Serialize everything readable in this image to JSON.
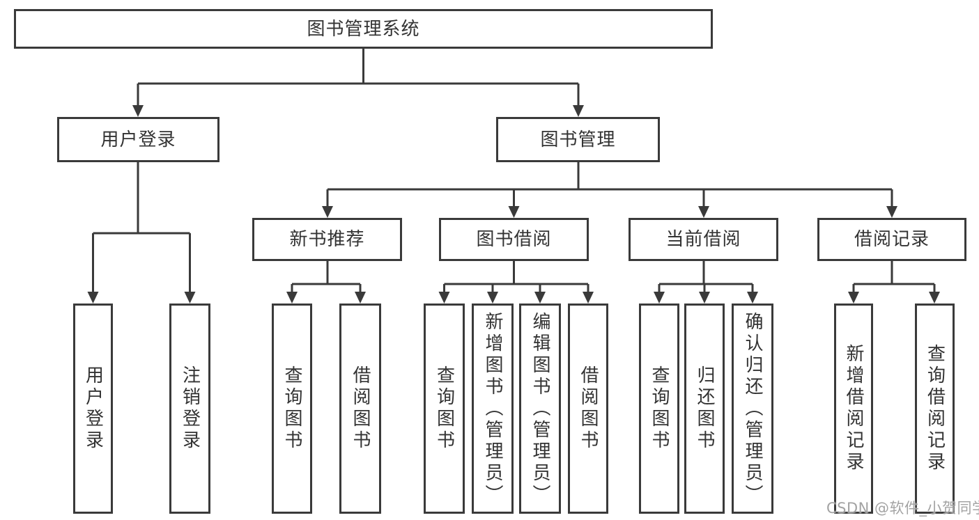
{
  "diagram": {
    "root": {
      "label": "图书管理系统"
    },
    "level2": [
      {
        "label": "用户登录"
      },
      {
        "label": "图书管理"
      }
    ],
    "level3": [
      {
        "label": "新书推荐"
      },
      {
        "label": "图书借阅"
      },
      {
        "label": "当前借阅"
      },
      {
        "label": "借阅记录"
      }
    ],
    "leaves": {
      "user_login": [
        "用户登录",
        "注销登录"
      ],
      "new_book_recommend": [
        "查询图书",
        "借阅图书"
      ],
      "book_borrow": [
        "查询图书",
        "新增图书（管理员）",
        "编辑图书（管理员）",
        "借阅图书"
      ],
      "current_borrow": [
        "查询图书",
        "归还图书",
        "确认归还（管理员）"
      ],
      "borrow_records": [
        "新增借阅记录",
        "查询借阅记录"
      ]
    },
    "watermark": {
      "text": "CSDN @软件_小贺同学"
    },
    "colors": {
      "line": "#3a3a3a",
      "border": "#3a3a3a",
      "text": "#333333",
      "watermark": "#9e9e9e",
      "background": "#ffffff"
    }
  }
}
